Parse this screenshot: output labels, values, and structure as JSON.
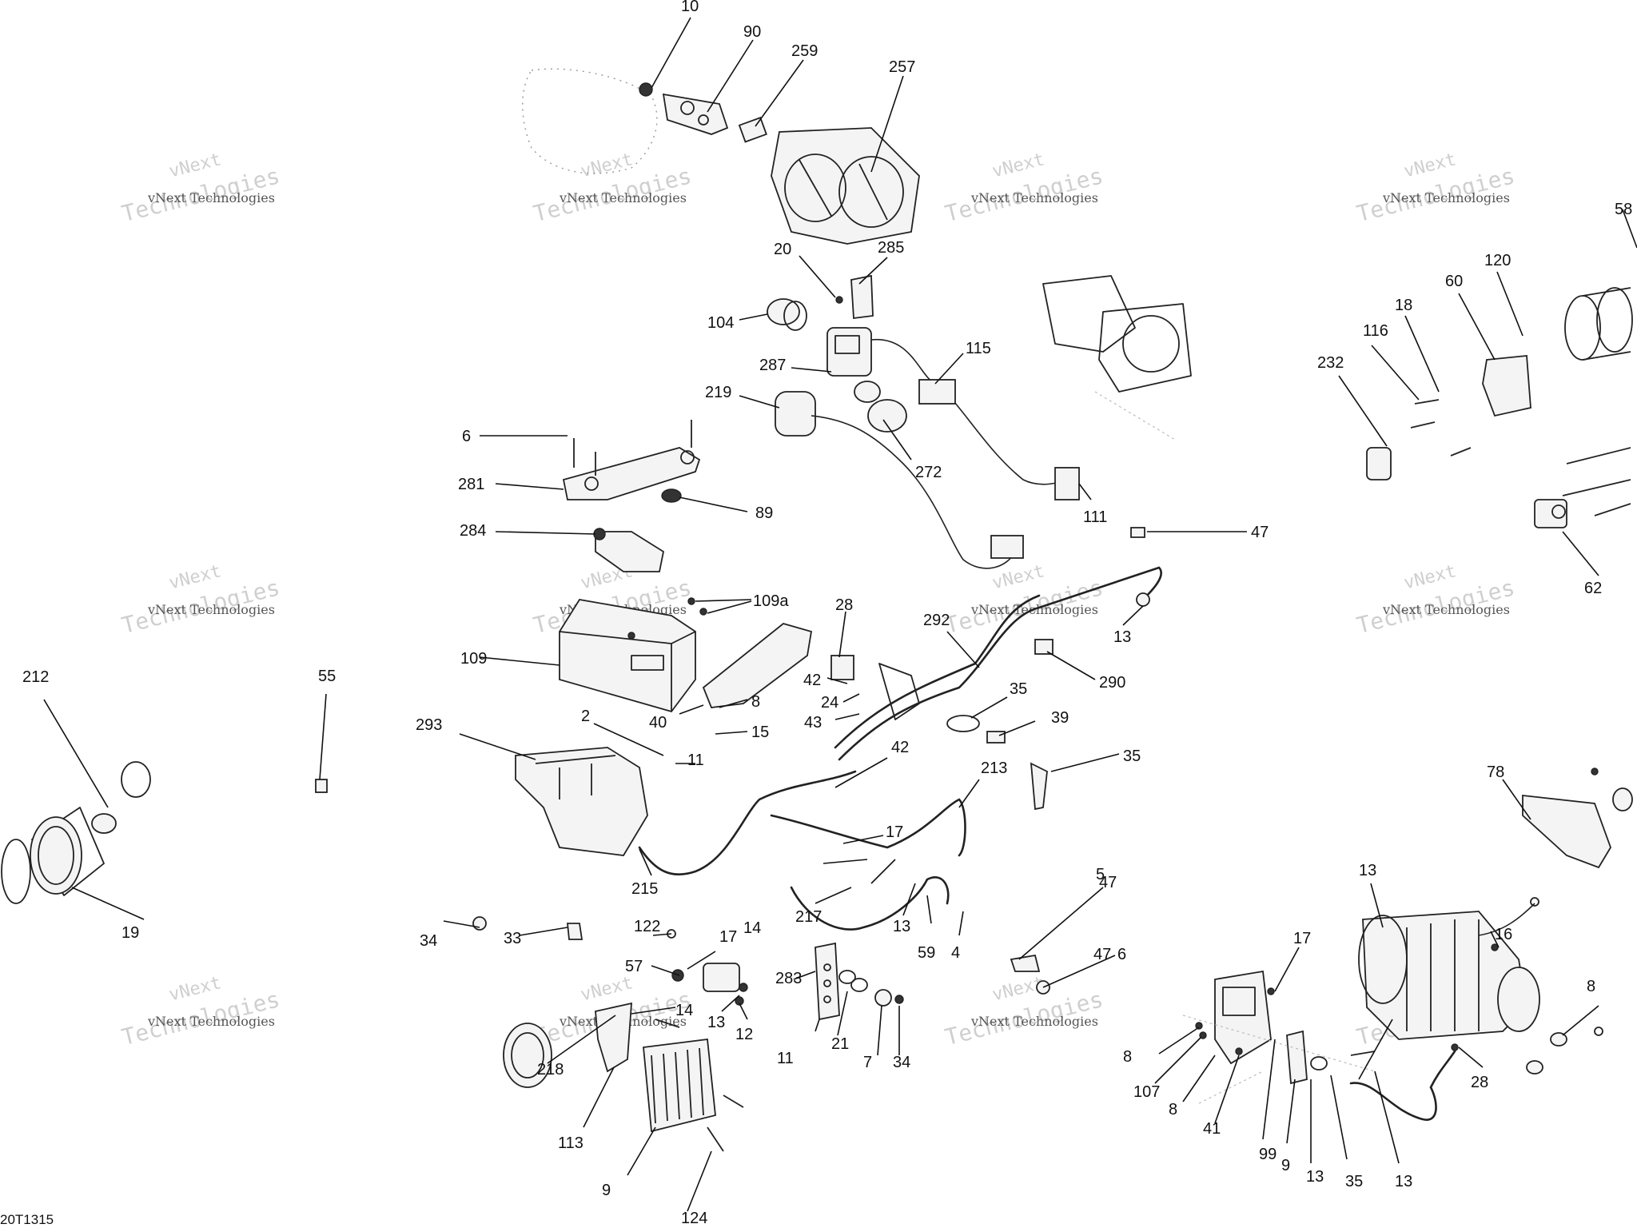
{
  "diagram_code": "20T1315",
  "watermark": {
    "brand": "vNext",
    "line": "vNext Technologies",
    "big": "Technologies"
  },
  "callouts": [
    "10",
    "90",
    "259",
    "257",
    "20",
    "285",
    "104",
    "287",
    "115",
    "219",
    "272",
    "111",
    "6",
    "281",
    "89",
    "284",
    "47",
    "109a",
    "109",
    "28",
    "292",
    "13",
    "290",
    "42",
    "24",
    "40",
    "8",
    "15",
    "43",
    "35",
    "39",
    "2",
    "11",
    "293",
    "213",
    "35",
    "42",
    "17",
    "212",
    "55",
    "215",
    "217",
    "13",
    "59",
    "4",
    "47",
    "33",
    "34",
    "6",
    "17",
    "122",
    "14",
    "57",
    "13",
    "12",
    "283",
    "11",
    "21",
    "7",
    "34",
    "47",
    "5",
    "14",
    "218",
    "113",
    "9",
    "124",
    "19",
    "58",
    "120",
    "60",
    "18",
    "116",
    "232",
    "62",
    "78",
    "13",
    "16",
    "8",
    "17",
    "8",
    "107",
    "8",
    "41",
    "99",
    "9",
    "13",
    "35",
    "13",
    "28"
  ]
}
